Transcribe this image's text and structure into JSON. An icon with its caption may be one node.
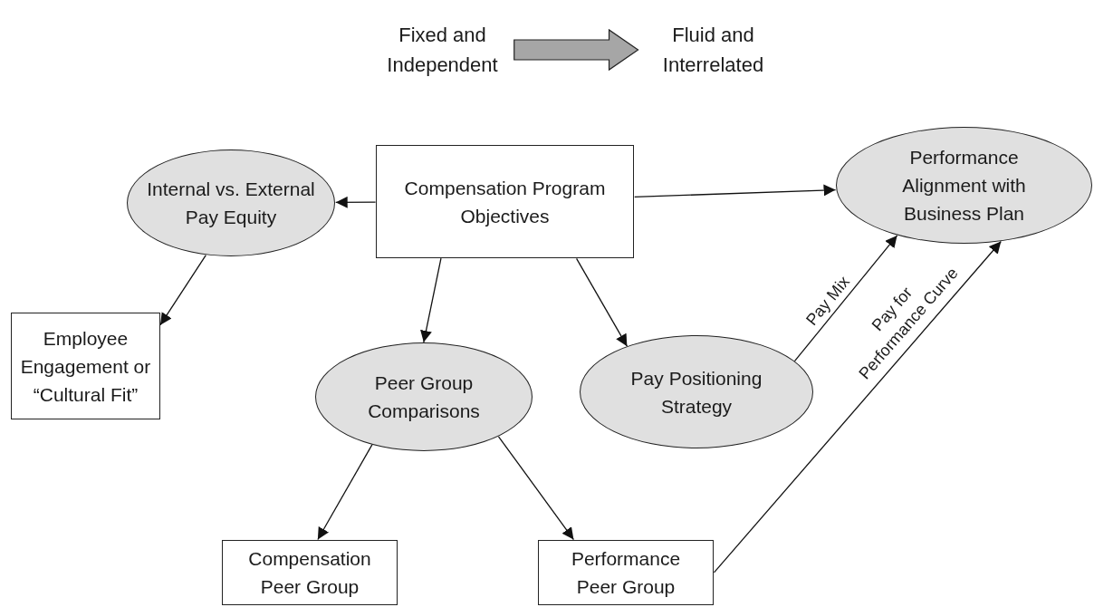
{
  "diagram": {
    "nodes": [
      {
        "text": [
          "Fixed and Independent"
        ]
      },
      {
        "text": [
          "Fluid and Interrelated"
        ]
      },
      {
        "text": [
          "Compensation Program Objectives"
        ]
      },
      {
        "text": [
          "Internal vs. External Pay Equity"
        ]
      },
      {
        "text": [
          "Performance Alignment with Business Plan"
        ]
      },
      {
        "text": [
          "Employee Engagement or “Cultural Fit”"
        ]
      },
      {
        "text": [
          "Peer Group Comparisons"
        ]
      },
      {
        "text": [
          "Pay Positioning Strategy"
        ]
      },
      {
        "text": [
          "Compensation Peer Group"
        ]
      },
      {
        "text": [
          "Performance Peer Group"
        ]
      }
    ],
    "edges": [
      {
        "from": 0,
        "to": 1,
        "arrow": "to",
        "style": "thick",
        "color": "#a6a6a6"
      },
      {
        "from": 2,
        "to": 3,
        "arrow": "to"
      },
      {
        "from": 2,
        "to": 4,
        "arrow": "to"
      },
      {
        "from": 3,
        "to": 5,
        "arrow": "to"
      },
      {
        "from": 2,
        "to": 6,
        "arrow": "to"
      },
      {
        "from": 2,
        "to": 7,
        "arrow": "to"
      },
      {
        "from": 7,
        "to": 4,
        "arrow": "to",
        "label": "Pay Mix"
      },
      {
        "from": 9,
        "to": 4,
        "arrow": "to",
        "label": "Pay for Performance Curve"
      },
      {
        "from": 6,
        "to": 8,
        "arrow": "to"
      },
      {
        "from": 6,
        "to": 9,
        "arrow": "to"
      }
    ]
  }
}
